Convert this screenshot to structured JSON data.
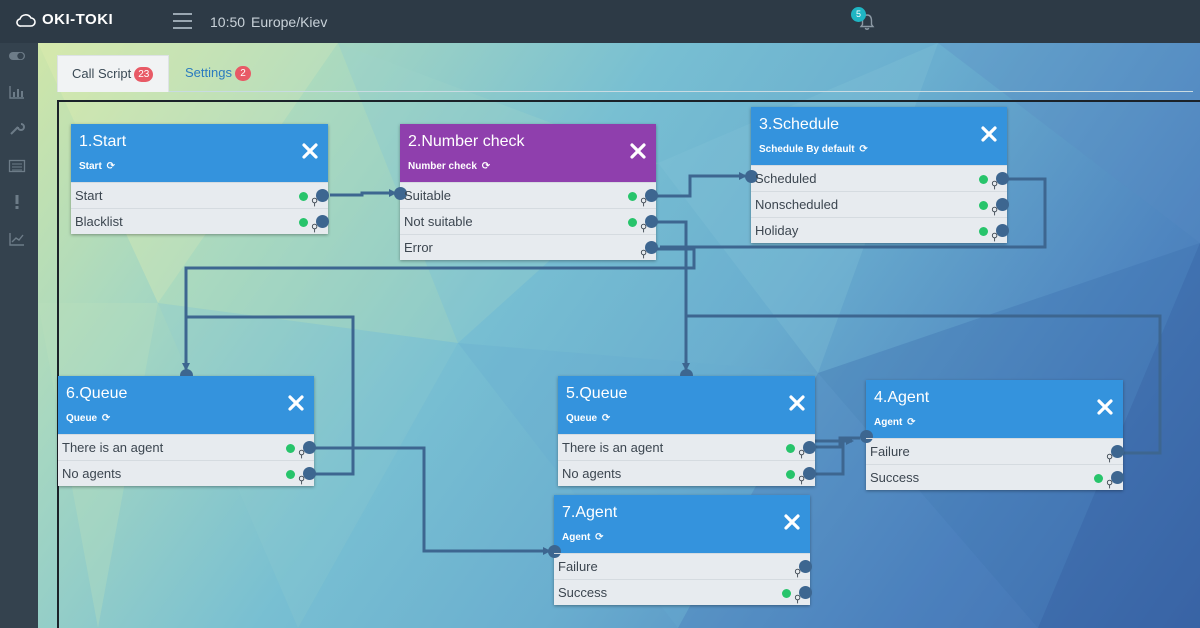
{
  "app": {
    "logo_text": "OKI-TOKI",
    "time": "10:50",
    "timezone": "Europe/Kiev",
    "notifications_count": "5"
  },
  "sidebar": {
    "icons": [
      "toggle-icon",
      "bar-chart-icon",
      "wrench-icon",
      "list-icon",
      "alert-icon",
      "line-chart-icon"
    ]
  },
  "tabs": [
    {
      "label": "Call Script",
      "badge": "23",
      "active": true
    },
    {
      "label": "Settings",
      "badge": "2",
      "active": false
    }
  ],
  "nodes": {
    "start": {
      "title": "1.Start",
      "subtitle": "Start",
      "rows": [
        "Start",
        "Blacklist"
      ]
    },
    "number_check": {
      "title": "2.Number check",
      "subtitle": "Number check",
      "rows": [
        "Suitable",
        "Not suitable",
        "Error"
      ]
    },
    "schedule": {
      "title": "3.Schedule",
      "subtitle": "Schedule By default",
      "rows": [
        "Scheduled",
        "Nonscheduled",
        "Holiday"
      ]
    },
    "queue6": {
      "title": "6.Queue",
      "subtitle": "Queue",
      "rows": [
        "There is an agent",
        "No agents"
      ]
    },
    "queue5": {
      "title": "5.Queue",
      "subtitle": "Queue",
      "rows": [
        "There is an agent",
        "No agents"
      ]
    },
    "agent4": {
      "title": "4.Agent",
      "subtitle": "Agent",
      "rows": [
        "Failure",
        "Success"
      ]
    },
    "agent7": {
      "title": "7.Agent",
      "subtitle": "Agent",
      "rows": [
        "Failure",
        "Success"
      ]
    }
  },
  "colors": {
    "node_header": "#3493dd",
    "node_header_purple": "#8f3fad",
    "wire": "#3d6690",
    "status_green": "#27c46b",
    "badge_red": "#e85a66",
    "topbar": "#2d3a46"
  }
}
